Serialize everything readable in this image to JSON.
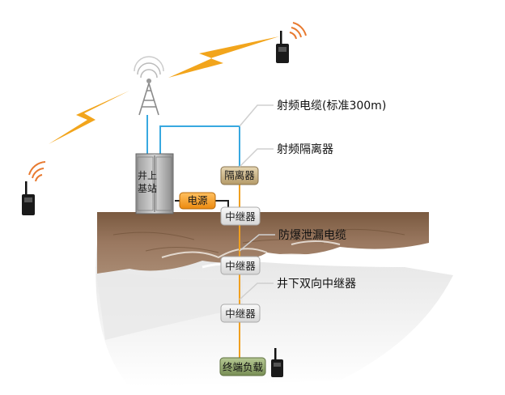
{
  "labels": {
    "rf_cable": "射频电缆(标准300m)",
    "rf_isolator": "射频隔离器",
    "leaky_cable": "防爆泄漏电缆",
    "underground_repeater": "井下双向中继器"
  },
  "base_station": {
    "line1": "井上",
    "line2": "基站"
  },
  "boxes": {
    "isolator": "隔离器",
    "power": "电源",
    "repeater_1": "中继器",
    "repeater_2": "中继器",
    "repeater_3": "中继器",
    "terminal_load": "终端负载"
  },
  "colors": {
    "cable_blue": "#38a8e0",
    "leaky_cable_orange": "#f0a020",
    "lightning": "#f2a51c",
    "ground_brown": "#8b6a4f",
    "power_orange": "#f39a1a",
    "terminal_green": "#8ba06a",
    "isolator_tan": "#c8b48a"
  },
  "icons": [
    "walkie-talkie-icon",
    "radio-tower-icon",
    "radio-wave-icon",
    "lightning-bolt-icon"
  ]
}
